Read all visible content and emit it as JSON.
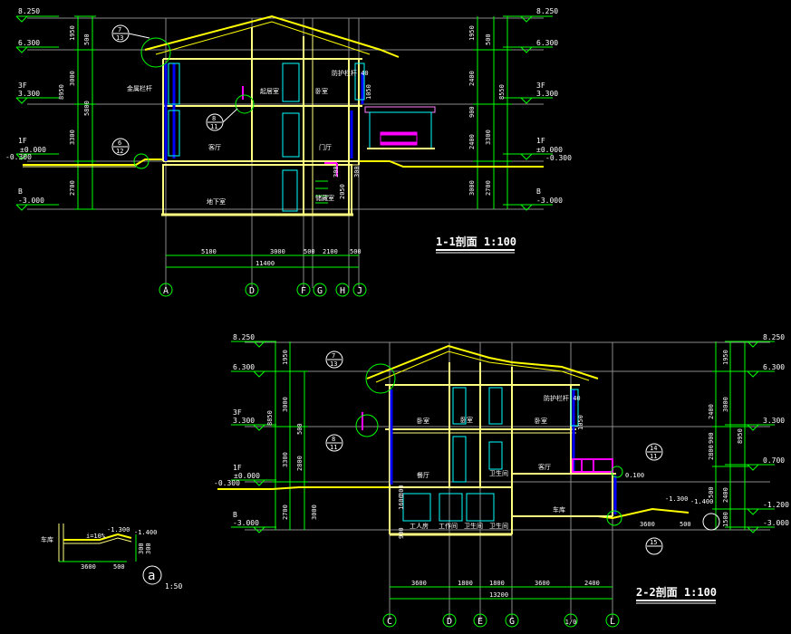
{
  "section1": {
    "title": "1-1剖面  1:100",
    "levels_left": [
      "8.250",
      "6.300",
      "3F",
      "3.300",
      "1F",
      "±0.000",
      "-0.300",
      "B",
      "-3.000"
    ],
    "levels_right": [
      "8.250",
      "6.300",
      "3F",
      "3.300",
      "1F",
      "±0.000",
      "-0.300",
      "B",
      "-3.000"
    ],
    "dims_left": [
      "1950",
      "3000",
      "3300",
      "2700",
      "500",
      "5800",
      "8950"
    ],
    "dims_right": [
      "1950",
      "2400",
      "3300",
      "2700",
      "3000",
      "500",
      "900",
      "2400",
      "300",
      "8550"
    ],
    "dims_bottom": [
      "5100",
      "3000",
      "500",
      "2100",
      "500",
      "11400"
    ],
    "axes": [
      "A",
      "D",
      "F",
      "G",
      "H",
      "J"
    ],
    "callouts": [
      {
        "num": "7",
        "den": "13"
      },
      {
        "num": "8",
        "den": "11"
      },
      {
        "num": "6",
        "den": "12"
      }
    ],
    "rooms": [
      "起居室",
      "客厅",
      "卧室",
      "门厅",
      "地下室",
      "储藏室",
      "金属栏杆",
      "防护栏杆 40",
      "1050",
      "2050",
      "300"
    ]
  },
  "section2": {
    "title": "2-2剖面  1:100",
    "levels_left": [
      "8.250",
      "6.300",
      "3F",
      "3.300",
      "1F",
      "±0.000",
      "-0.300",
      "B",
      "-3.000"
    ],
    "levels_right": [
      "8.250",
      "6.300",
      "3.300",
      "0.700",
      "-1.200",
      "-3.000"
    ],
    "dims_left": [
      "1950",
      "3000",
      "3300",
      "2700",
      "500",
      "2800",
      "8850",
      "3000"
    ],
    "dims_right": [
      "1950",
      "2400",
      "3000",
      "2800",
      "2400",
      "900",
      "500",
      "8950",
      "1500"
    ],
    "dims_bottom": [
      "3600",
      "1800",
      "1800",
      "3600",
      "2400",
      "13200"
    ],
    "axes": [
      "C",
      "D",
      "E",
      "G",
      "1/0",
      "L"
    ],
    "callouts": [
      {
        "num": "7",
        "den": "13"
      },
      {
        "num": "8",
        "den": "11"
      },
      {
        "num": "14",
        "den": "11"
      },
      {
        "num": "15",
        "den": ""
      }
    ],
    "rooms": [
      "卧室",
      "卧室",
      "卧室",
      "餐厅",
      "卫生间",
      "客厅",
      "工人房",
      "工作间",
      "卫生间",
      "卫生间",
      "车库",
      "防护栏杆 40",
      "1050",
      "0.100",
      "-1.300",
      "-1.400",
      "3600",
      "500",
      "900",
      "1600",
      "300"
    ]
  },
  "detail": {
    "label": "a",
    "scale": "1:50",
    "texts": [
      "-1.300",
      "-1.400",
      "车库",
      "i=10%",
      "3600",
      "500",
      "300",
      "300"
    ]
  },
  "colors": {
    "background": "#000000",
    "wall": "#ffff80",
    "dim": "#00ff00",
    "text": "#ffffff",
    "roof": "#ffff00",
    "window": "#00ffff",
    "column": "#0000ff",
    "accent": "#ff00ff",
    "grid": "#c0c0c0"
  }
}
